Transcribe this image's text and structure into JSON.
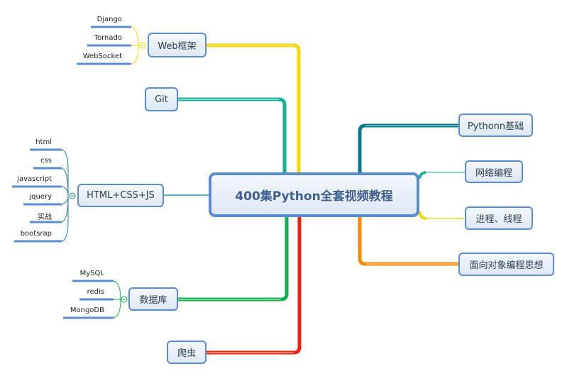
{
  "central": "400集Python全套视频教程",
  "left": [
    {
      "label": "Web框架",
      "color": "#f5d800",
      "children": [
        "Django",
        "Tornado",
        "WebSocket"
      ]
    },
    {
      "label": "Git",
      "color": "#16b095"
    },
    {
      "label": "HTML+CSS+JS",
      "color": "#1a7f9a",
      "children": [
        "html",
        "css",
        "javascript",
        "jquery",
        "实战",
        "bootsrap"
      ]
    },
    {
      "label": "数据库",
      "color": "#10b04a",
      "children": [
        "MySQL",
        "redis",
        "MongoDB"
      ]
    },
    {
      "label": "爬虫",
      "color": "#f02010"
    }
  ],
  "right": [
    {
      "label": "Pythonn基础",
      "color": "#0e7a8e"
    },
    {
      "label": "网络编程",
      "color": "#1ab8a0"
    },
    {
      "label": "进程、线程",
      "color": "#f5d800"
    },
    {
      "label": "面向对象编程思想",
      "color": "#f58a00"
    }
  ]
}
